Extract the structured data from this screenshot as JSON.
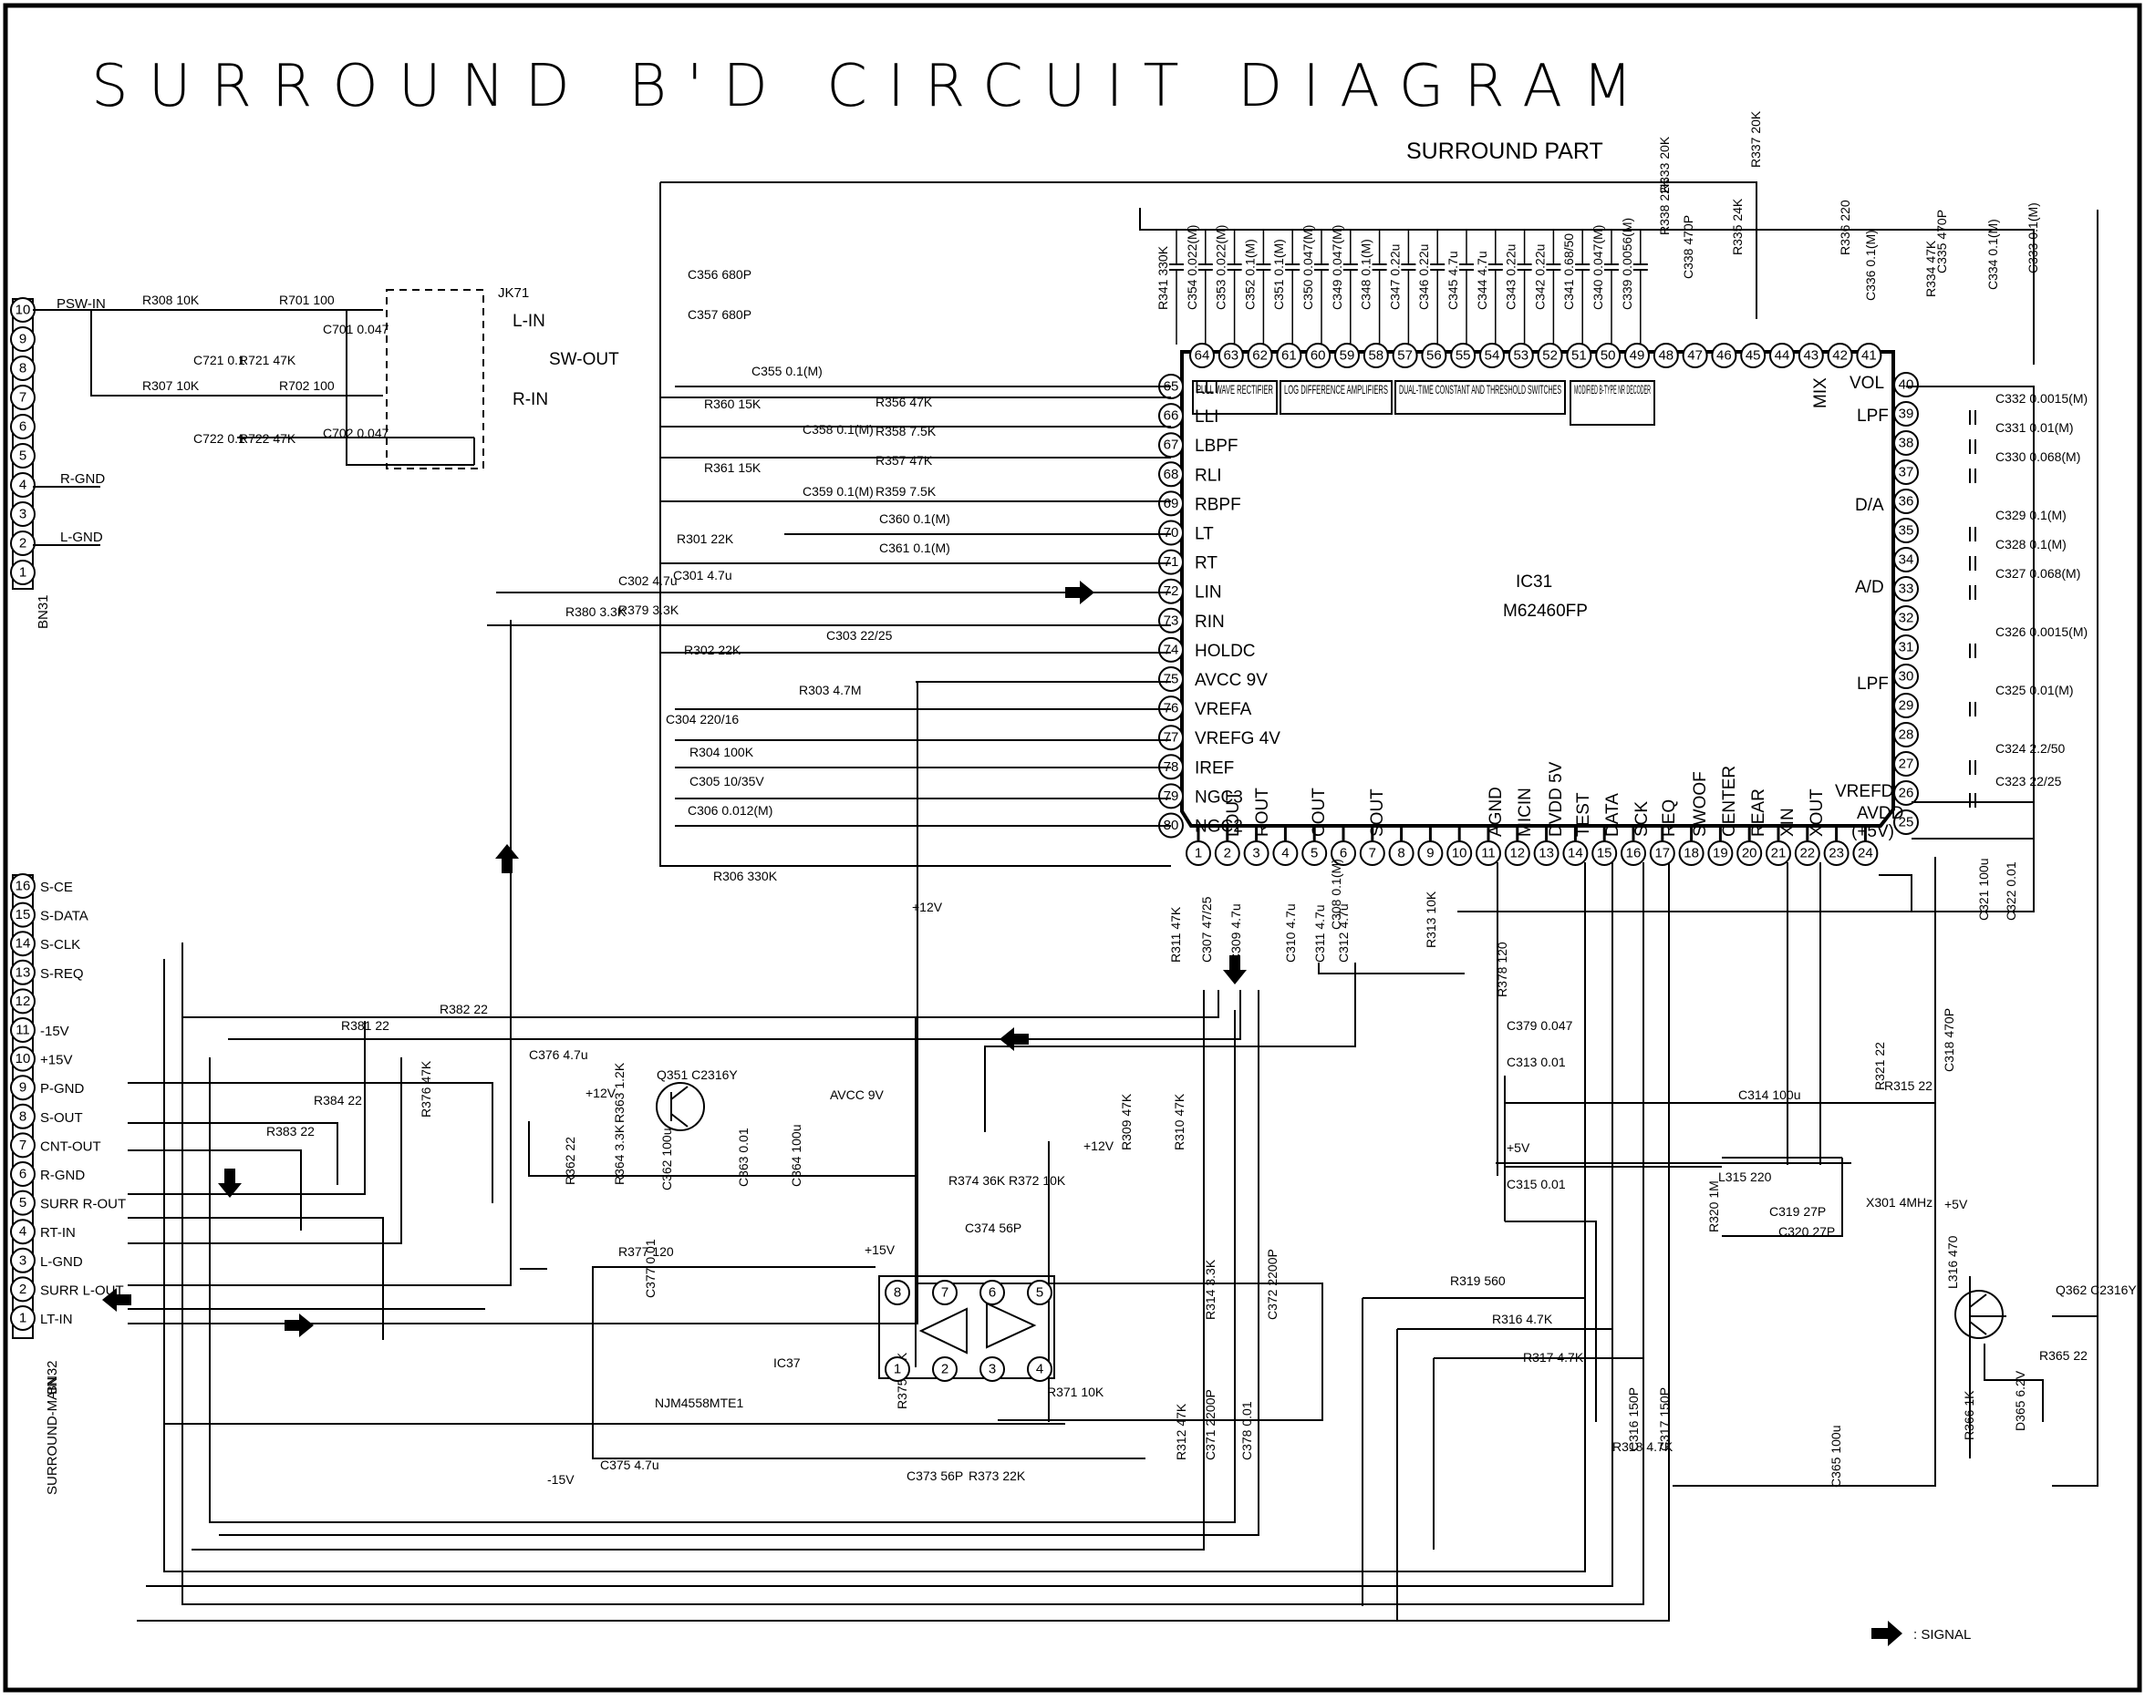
{
  "title": "SURROUND B'D CIRCUIT DIAGRAM",
  "section_label": "SURROUND PART",
  "ic31": {
    "ref": "IC31",
    "part": "M62460FP",
    "blocks": [
      "PULL WAVE RECTIFIER",
      "LOG DIFFERENCE AMPLIFIERS",
      "DUAL-TIME CONSTANT AND THRESHOLD SWITCHES",
      "MODIFIED B-TYPE NR DECODER"
    ],
    "left_pins": [
      {
        "n": "65",
        "label": "LLI"
      },
      {
        "n": "66",
        "label": "LLI"
      },
      {
        "n": "67",
        "label": "LBPF"
      },
      {
        "n": "68",
        "label": "RLI"
      },
      {
        "n": "69",
        "label": "RBPF"
      },
      {
        "n": "70",
        "label": "LT"
      },
      {
        "n": "71",
        "label": "RT"
      },
      {
        "n": "72",
        "label": "LIN"
      },
      {
        "n": "73",
        "label": "RIN"
      },
      {
        "n": "74",
        "label": "HOLDC"
      },
      {
        "n": "75",
        "label": "AVCC 9V"
      },
      {
        "n": "76",
        "label": "VREFA"
      },
      {
        "n": "77",
        "label": "VREFG 4V"
      },
      {
        "n": "78",
        "label": "IREF"
      },
      {
        "n": "79",
        "label": "NGC3"
      },
      {
        "n": "80",
        "label": "NGC2"
      }
    ],
    "top_pins": [
      "64",
      "63",
      "62",
      "61",
      "60",
      "59",
      "58",
      "57",
      "56",
      "55",
      "54",
      "53",
      "52",
      "51",
      "50",
      "49",
      "48",
      "47",
      "46",
      "45",
      "44",
      "43",
      "42",
      "41"
    ],
    "right_pins": [
      "40",
      "39",
      "38",
      "37",
      "36",
      "35",
      "34",
      "33",
      "32",
      "31",
      "30",
      "29",
      "28",
      "27",
      "26",
      "25"
    ],
    "right_labels": [
      "VOL",
      "LPF",
      "D/A",
      "A/D",
      "LPF",
      "VREFD",
      "AVDD",
      "(+5V)"
    ],
    "bottom_pins": [
      "1",
      "2",
      "3",
      "4",
      "5",
      "6",
      "7",
      "8",
      "9",
      "10",
      "11",
      "12",
      "13",
      "14",
      "15",
      "16",
      "17",
      "18",
      "19",
      "20",
      "21",
      "22",
      "23",
      "24"
    ],
    "bottom_labels": [
      "LOUT",
      "ROUT",
      "COUT",
      "SOUT",
      "AGND",
      "MICIN",
      "DVDD 5V",
      "TEST",
      "DATA",
      "SCK",
      "REQ",
      "SWOOF",
      "CENTER",
      "REAR",
      "XIN",
      "XOUT"
    ],
    "mix_label": "MIX"
  },
  "top_components": [
    "R341 330K",
    "C354 0.022(M)",
    "C353 0.022(M)",
    "C352 0.1(M)",
    "C351 0.1(M)",
    "C350 0.047(M)",
    "C349 0.047(M)",
    "C348 0.1(M)",
    "C347 0.22u",
    "C346 0.22u",
    "C345 4.7u",
    "C344 4.7u",
    "C343 0.22u",
    "C342 0.22u",
    "C341 0.68/50",
    "C340 0.047(M)",
    "C339 0.0056(M)",
    "R333 20K",
    "R338 22K",
    "C338 470P",
    "R335 24K",
    "R337 20K",
    "R336 220",
    "C336 0.1(M)",
    "C335 470P",
    "R334 47K",
    "C334 0.1(M)",
    "C333 0.1(M)"
  ],
  "right_components": [
    "C332 0.0015(M)",
    "C331 0.01(M)",
    "C330 0.068(M)",
    "C329 0.1(M)",
    "C328 0.1(M)",
    "C327 0.068(M)",
    "C326 0.0015(M)",
    "C325 0.01(M)",
    "C324 2.2/50",
    "C323 22/25",
    "C321 100u",
    "C322 0.01"
  ],
  "left_ic_components": [
    "C356 680P",
    "C357 680P",
    "C355 0.1(M)",
    "R360 15K",
    "R356 47K",
    "C358 0.1(M)",
    "R358 7.5K",
    "R361 15K",
    "R357 47K",
    "C359 0.1(M)",
    "R359 7.5K",
    "C360 0.1(M)",
    "C361 0.1(M)",
    "R301 22K",
    "C301 4.7u",
    "C302 4.7u",
    "R379 3.3K",
    "R380 3.3K",
    "R302 22K",
    "C303 22/25",
    "R303 4.7M",
    "C304 220/16",
    "R304 100K",
    "C305 10/35V",
    "C306 0.012(M)",
    "R306 330K"
  ],
  "bn31": {
    "ref": "BN31",
    "pins": [
      "10",
      "9",
      "8",
      "7",
      "6",
      "5",
      "4",
      "3",
      "2",
      "1"
    ],
    "labels": [
      "PSW-IN",
      "R-GND",
      "L-GND"
    ],
    "components": [
      "R308 10K",
      "R307 10K",
      "C721 0.1",
      "C722 0.1",
      "R721 47K",
      "R722 47K",
      "R701 100",
      "R702 100",
      "C701 0.047",
      "C702 0.047"
    ]
  },
  "jk71": {
    "ref": "JK71",
    "labels": [
      "L-IN",
      "SW-OUT",
      "R-IN"
    ]
  },
  "bn32": {
    "ref": "BN32",
    "caption": "SURROUND-MAIN",
    "pins": [
      "16",
      "15",
      "14",
      "13",
      "12",
      "11",
      "10",
      "9",
      "8",
      "7",
      "6",
      "5",
      "4",
      "3",
      "2",
      "1"
    ],
    "labels": [
      "S-CE",
      "S-DATA",
      "S-CLK",
      "S-REQ",
      "",
      "-15V",
      "+15V",
      "P-GND",
      "S-OUT",
      "CNT-OUT",
      "R-GND",
      "SURR R-OUT",
      "RT-IN",
      "L-GND",
      "SURR L-OUT",
      "LT-IN"
    ]
  },
  "lower_components": [
    "R381 22",
    "R382 22",
    "C376 4.7u",
    "R384 22",
    "R376 47K",
    "R383 22",
    "Q351 C2316Y",
    "AVCC 9V",
    "+12V",
    "R363 1.2K",
    "R362 22",
    "R364 3.3K",
    "C362 100u",
    "C363 0.01",
    "C364 100u",
    "R374 36K",
    "R372 10K",
    "C374 56P",
    "+15V",
    "R377 120",
    "C377 0.01",
    "IC37",
    "NJM4558MTE1",
    "C375 4.7u",
    "R375 47K",
    "C373 56P",
    "R373 22K",
    "R371 10K",
    "-15V",
    "+12V",
    "R309 47K",
    "R310 47K",
    "R311 47K",
    "C307 47/25",
    "C309 4.7u",
    "C310 4.7u",
    "C311 4.7u",
    "C312 4.7u",
    "C308 0.1(M)",
    "R313 10K",
    "R314 3.3K",
    "C372 2200P",
    "R312 47K",
    "C371 2200P",
    "C378 0.01",
    "R378 120",
    "C379 0.047",
    "C313 0.01",
    "C314 100u",
    "R315 22",
    "+5V",
    "C315 0.01",
    "L315 220",
    "C319 27P",
    "X301 4MHz",
    "R320 1M",
    "C320 27P",
    "R319 560",
    "R316 4.7K",
    "R317 4.7K",
    "R318 4.7K",
    "C316 150P",
    "C317 150P",
    "C318 470P",
    "R321 22",
    "+5V",
    "L316 470",
    "Q362 C2316Y",
    "R365 22",
    "R366 1K",
    "D365 6.2V",
    "C365 100u",
    "+12V"
  ],
  "legend": {
    "label": ": SIGNAL"
  }
}
